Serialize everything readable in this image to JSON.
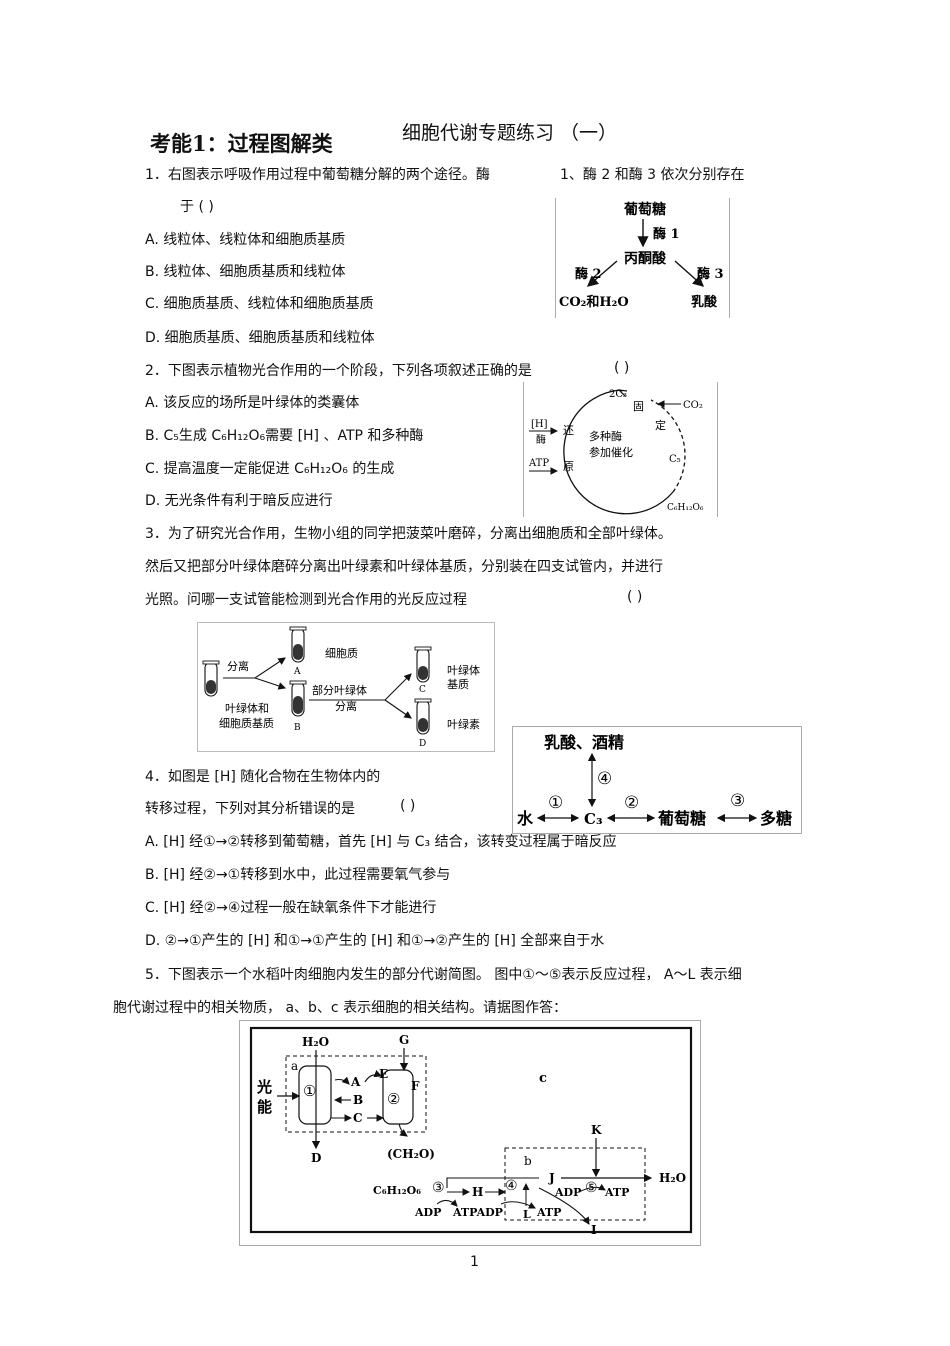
{
  "section_label": "考能1：过程图解类",
  "doc_title": "细胞代谢专题练习 （一）",
  "q1": {
    "stem_a": "1．右图表示呼吸作用过程中葡萄糖分解的两个途径。酶",
    "stem_b": "1、酶 2 和酶 3 依次分别存在",
    "stem_c": "于 (          )",
    "options": [
      "A.  线粒体、线粒体和细胞质基质",
      "B.  线粒体、细胞质基质和线粒体",
      "C.  细胞质基质、线粒体和细胞质基质",
      "D.  细胞质基质、细胞质基质和线粒体"
    ],
    "fig": {
      "glucose": "葡萄糖",
      "enzyme1": "酶 1",
      "pyruvate": "丙酮酸",
      "enzyme2": "酶 2",
      "enzyme3": "酶 3",
      "co2_h2o": "CO₂和H₂O",
      "lactic": "乳酸"
    }
  },
  "q2": {
    "stem": "2．下图表示植物光合作用的一个阶段，下列各项叙述正确的是",
    "paren": "(          )",
    "options": [
      "A.  该反应的场所是叶绿体的类囊体",
      "B.  C₅生成 C₆H₁₂O₆需要 [H] 、ATP 和多种酶",
      "C.  提高温度一定能促进     C₆H₁₂O₆ 的生成",
      "D.  无光条件有利于暗反应进行"
    ],
    "fig": {
      "c3_2": "2C₃",
      "fix1": "固",
      "fix2": "定",
      "co2": "CO₂",
      "h": "[H]",
      "enzyme": "酶",
      "red1": "还",
      "red2": "原",
      "multi1": "多种酶",
      "multi2": "参加催化",
      "c5": "C₅",
      "atp": "ATP",
      "glucose": "C₆H₁₂O₆"
    }
  },
  "q3": {
    "line1": "3．为了研究光合作用，生物小组的同学把菠菜叶磨碎，分离出细胞质和全部叶绿体。",
    "line2": "然后又把部分叶绿体磨碎分离出叶绿素和叶绿体基质，分别装在四支试管内，并进行",
    "line3": "光照。问哪一支试管能检测到光合作用的光反应过程",
    "paren": "(                            )",
    "fig": {
      "sep1": "分离",
      "tube_a": "A",
      "cytoplasm": "细胞质",
      "tube_b": "B",
      "mix1": "叶绿体和",
      "mix2": "细胞质基质",
      "part": "部分叶绿体",
      "sep2": "分离",
      "tube_c": "C",
      "stroma1": "叶绿体",
      "stroma2": "基质",
      "tube_d": "D",
      "chlorophyll": "叶绿素"
    }
  },
  "q4": {
    "stem1": "4．如图是 [H] 随化合物在生物体内的",
    "stem2": "转移过程，下列对其分析错误的是",
    "paren": "(          )",
    "options": [
      "A.  [H] 经①→②转移到葡萄糖，首先     [H] 与 C₃ 结合，该转变过程属于暗反应",
      "B.  [H] 经②→①转移到水中，此过程需要氧气参与",
      "C.  [H] 经②→④过程一般在缺氧条件下才能进行",
      "D.  ②→①产生的  [H] 和①→①产生的  [H] 和①→②产生的  [H] 全部来自于水"
    ],
    "fig": {
      "top": "乳酸、酒精",
      "n4": "④",
      "water": "水",
      "n1": "①",
      "c3": "C₃",
      "n2": "②",
      "glucose": "葡萄糖",
      "n3": "③",
      "poly": "多糖"
    }
  },
  "q5": {
    "line1": "5．下图表示一个水稻叶肉细胞内发生的部分代谢简图。      图中①～⑤表示反应过程，      A～L 表示细",
    "line2": "胞代谢过程中的相关物质，     a、b、c 表示细胞的相关结构。请据图作答：",
    "fig": {
      "h2o_top": "H₂O",
      "g": "G",
      "a": "a",
      "e": "E",
      "light1": "光",
      "light2": "能",
      "n1": "①",
      "A": "A",
      "B": "B",
      "F": "F",
      "n2": "②",
      "C": "C",
      "c": "c",
      "D": "D",
      "ch2o": "(CH₂O)",
      "K": "K",
      "b": "b",
      "glucose": "C₆H₁₂O₆",
      "n3": "③",
      "H": "H",
      "n4": "④",
      "J": "J",
      "adp1": "ADP",
      "n5": "⑤",
      "atp1": "ATP",
      "h2o_right": "H₂O",
      "adp2": "ADP",
      "atpadp": "ATPADP",
      "L": "L",
      "atp2": "ATP",
      "I": "I"
    }
  },
  "page_number": "1"
}
